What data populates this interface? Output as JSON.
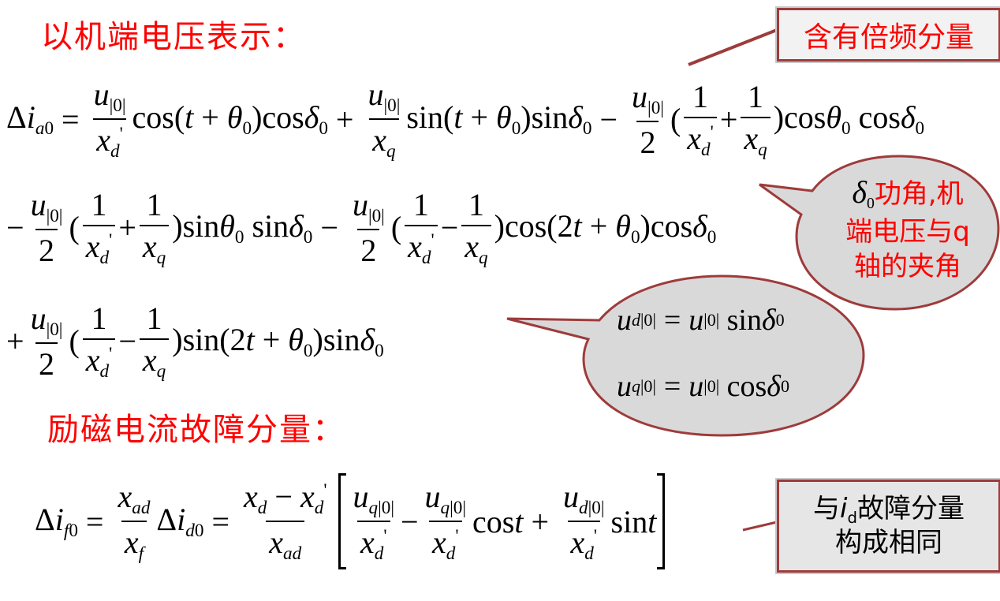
{
  "headings": {
    "terminal_voltage": "以机端电压表示：",
    "field_current": "励磁电流故障分量："
  },
  "callouts": {
    "harmonic_note": "含有倍频分量",
    "power_angle_note": {
      "symbol": "δ",
      "subscript": "0",
      "line1": "功角,机",
      "line2": "端电压与q",
      "line3": "轴的夹角"
    },
    "same_structure_note": {
      "prefix": "与",
      "symbol": "i",
      "subscript": "d",
      "line1_suffix": "故障分量",
      "line2": "构成相同"
    }
  },
  "equations": {
    "ia0_line1": "Δi_a0 = u|0|/x'd cos(t+θ0)cosδ0 + u|0|/xq sin(t+θ0)sinδ0 − u|0|/2 (1/x'd + 1/xq) cosθ0 cosδ0",
    "ia0_line2": "− u|0|/2 (1/x'd + 1/xq) sinθ0 sinδ0 − u|0|/2 (1/x'd − 1/xq) cos(2t+θ0) cosδ0",
    "ia0_line3": "+ u|0|/2 (1/x'd − 1/xq) sin(2t+θ0) sinδ0",
    "ud0": "u_d|0| = u|0| sinδ0",
    "uq0": "u_q|0| = u|0| cosδ0",
    "if0": "Δi_f0 = x_ad/x_f Δi_d0 = (x_d − x'd)/x_ad [ u_q|0|/x'd − u_q|0|/x'd cos t + u_d|0|/x'd sin t ]"
  },
  "colors": {
    "heading": "#ff0000",
    "callout_border": "#9e3b3b",
    "callout_fill": "#d9d9d9",
    "box_fill": "#f2f2f2"
  }
}
